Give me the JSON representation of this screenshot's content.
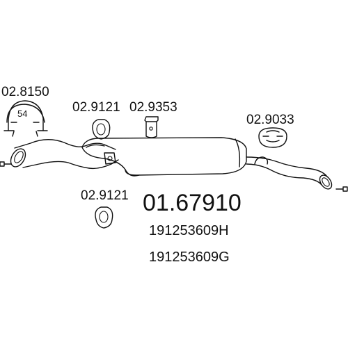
{
  "diagram": {
    "part_numbers": {
      "clamp": "02.8150",
      "clamp_size": "54",
      "gasket_top": "02.9121",
      "hanger": "02.9353",
      "rubber_mount": "02.9033",
      "gasket_bottom": "02.9121"
    },
    "main_part_number": "01.67910",
    "oem_numbers": [
      "191253609H",
      "191253609G"
    ]
  }
}
